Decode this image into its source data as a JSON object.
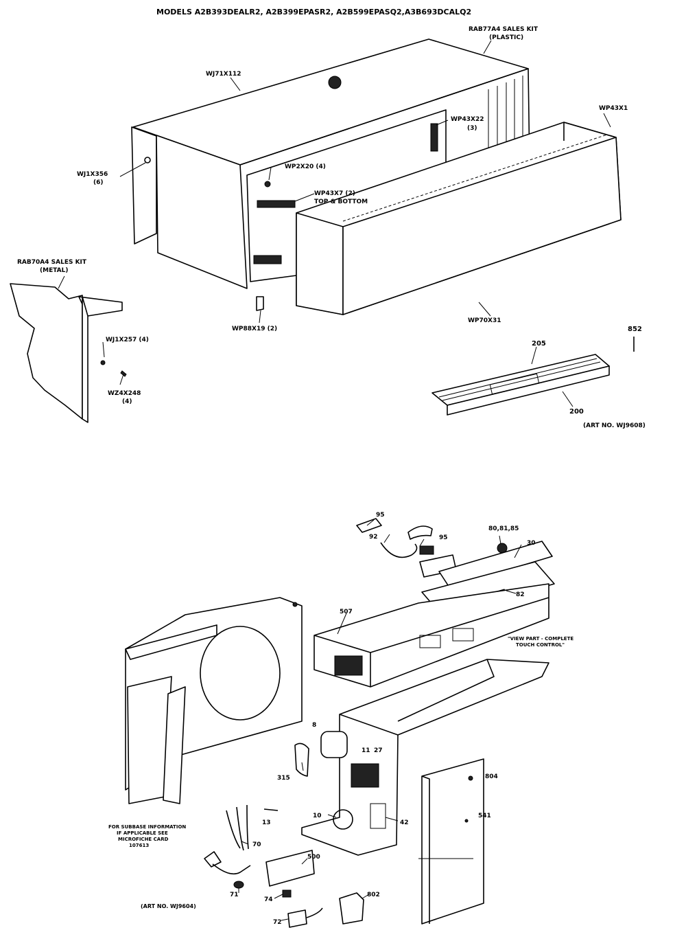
{
  "title": "MODELS A2B393DEALR2, A2B399EPASR2, A2B599EPASQ2,A3B693DCALQ2",
  "labels": {
    "sales_kit_plastic": "RAB77A4 SALES KIT",
    "sales_kit_plastic_sub": "(PLASTIC)",
    "wj71x112": "WJ71X112",
    "wp43x1": "WP43X1",
    "wp43x22": "WP43X22",
    "wp43x22_qty": "(3)",
    "wj1x356": "WJ1X356",
    "wj1x356_qty": "(6)",
    "wp2x20": "WP2X20 (4)",
    "wp43x7": "WP43X7 (2)",
    "wp43x7_sub": "TOP & BOTTOM",
    "sales_kit_metal": "RAB70A4 SALES KIT",
    "sales_kit_metal_sub": "(METAL)",
    "wj1x257": "WJ1X257 (4)",
    "wz4x248": "WZ4X248",
    "wz4x248_qty": "(4)",
    "wp88x19": "WP88X19 (2)",
    "wp70x31": "WP70X31",
    "p852": "852",
    "p205": "205",
    "p200": "200",
    "art_wj9608": "(ART NO. WJ9608)",
    "p95_top": "95",
    "p95": "95",
    "p92_top": "92",
    "p80_81_85": "80,81,85",
    "p30": "30",
    "p82": "82",
    "p507": "507",
    "view_note_1": "\"VIEW PART - COMPLETE",
    "view_note_2": "TOUCH CONTROL\"",
    "p8": "8",
    "p315": "315",
    "p11": "11",
    "p27": "27",
    "p10": "10",
    "p42": "42",
    "p13": "13",
    "p804": "804",
    "p541": "541",
    "subbase_1": "FOR SUBBASE INFORMATION",
    "subbase_2": "IF APPLICABLE SEE",
    "subbase_3": "MICROFICHE CARD",
    "subbase_4": "107613",
    "p70": "70",
    "p500": "500",
    "p71": "71",
    "p74": "74",
    "p802": "802",
    "p72": "72",
    "art_wj9604": "(ART NO. WJ9604)"
  }
}
